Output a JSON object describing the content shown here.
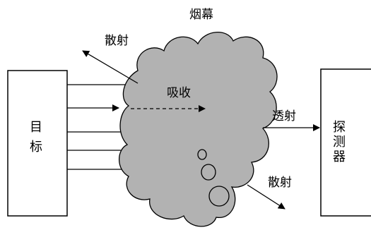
{
  "labels": {
    "smoke": "烟幕",
    "scatter_top": "散射",
    "absorb": "吸收",
    "transmit": "透射",
    "scatter_bottom": "散射"
  },
  "target_box": {
    "chars": [
      "目",
      "标"
    ]
  },
  "detector_box": {
    "chars": [
      "探",
      "测",
      "器"
    ]
  },
  "colors": {
    "cloud_fill": "#b2b2b2",
    "stroke": "#000000",
    "background": "#ffffff"
  }
}
